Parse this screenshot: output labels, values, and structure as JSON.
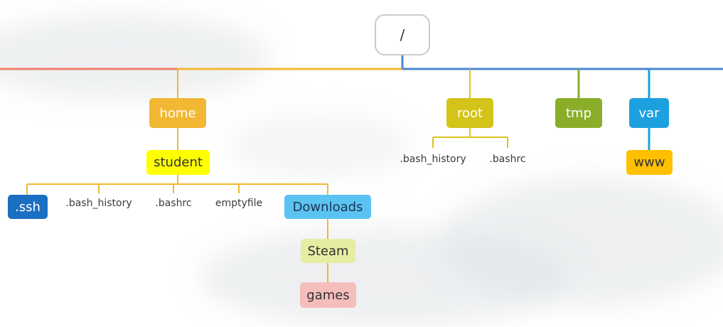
{
  "root": {
    "label": "/"
  },
  "colors": {
    "line_left": "#f0826a",
    "line_orange": "#f2b733",
    "line_blue": "#4a86d4",
    "line_root_group": "#d9c420",
    "line_tmp": "#8aae2a",
    "line_var": "#1da0e0"
  },
  "nodes": {
    "home": {
      "label": "home",
      "color": "#f2b733",
      "text_color": "#ffffff"
    },
    "student": {
      "label": "student",
      "color": "#ffff00",
      "text_color": "#333333"
    },
    "ssh": {
      "label": ".ssh",
      "color": "#1b6fc2",
      "text_color": "#ffffff"
    },
    "downloads": {
      "label": "Downloads",
      "color": "#5bc3f2",
      "text_color": "#1d3550"
    },
    "steam": {
      "label": "Steam",
      "color": "#e6eda3",
      "text_color": "#333333"
    },
    "games": {
      "label": "games",
      "color": "#f6bdbd",
      "text_color": "#333333"
    },
    "root_dir": {
      "label": "root",
      "color": "#d4c419",
      "text_color": "#ffffff"
    },
    "tmp": {
      "label": "tmp",
      "color": "#8aae2a",
      "text_color": "#ffffff"
    },
    "var": {
      "label": "var",
      "color": "#1da0e0",
      "text_color": "#ffffff"
    },
    "www": {
      "label": "www",
      "color": "#ffc000",
      "text_color": "#333333"
    }
  },
  "leaves": {
    "student_bash_history": ".bash_history",
    "student_bashrc": ".bashrc",
    "student_emptyfile": "emptyfile",
    "root_bash_history": ".bash_history",
    "root_bashrc": ".bashrc"
  }
}
